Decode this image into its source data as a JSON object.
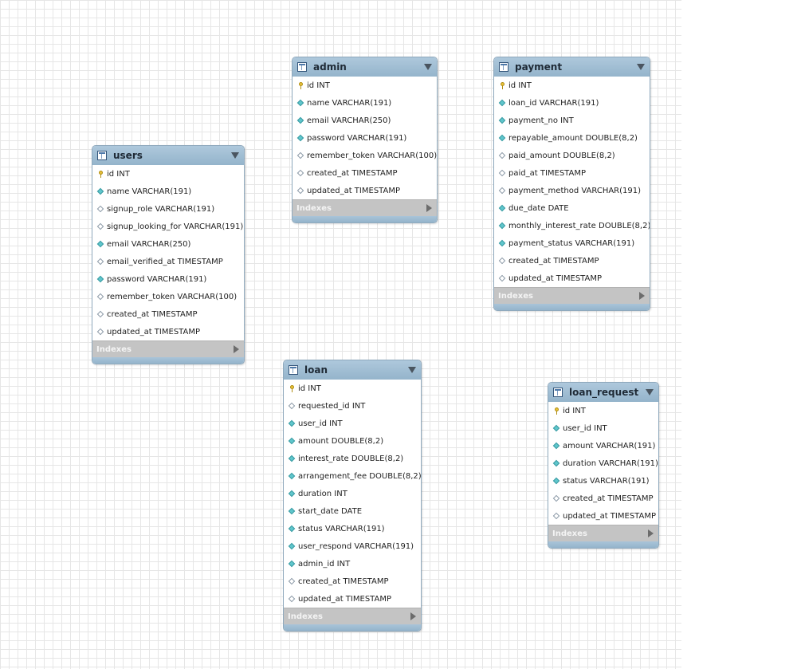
{
  "tables": {
    "users": {
      "name": "users",
      "indexes_label": "Indexes",
      "columns": [
        {
          "label": "id INT",
          "icon": "primary-key-icon"
        },
        {
          "label": "name VARCHAR(191)",
          "icon": "filled-diamond-icon"
        },
        {
          "label": "signup_role VARCHAR(191)",
          "icon": "empty-diamond-icon"
        },
        {
          "label": "signup_looking_for VARCHAR(191)",
          "icon": "empty-diamond-icon"
        },
        {
          "label": "email VARCHAR(250)",
          "icon": "filled-diamond-icon"
        },
        {
          "label": "email_verified_at TIMESTAMP",
          "icon": "empty-diamond-icon"
        },
        {
          "label": "password VARCHAR(191)",
          "icon": "filled-diamond-icon"
        },
        {
          "label": "remember_token VARCHAR(100)",
          "icon": "empty-diamond-icon"
        },
        {
          "label": "created_at TIMESTAMP",
          "icon": "empty-diamond-icon"
        },
        {
          "label": "updated_at TIMESTAMP",
          "icon": "empty-diamond-icon"
        }
      ]
    },
    "admin": {
      "name": "admin",
      "indexes_label": "Indexes",
      "columns": [
        {
          "label": "id INT",
          "icon": "primary-key-icon"
        },
        {
          "label": "name VARCHAR(191)",
          "icon": "filled-diamond-icon"
        },
        {
          "label": "email VARCHAR(250)",
          "icon": "filled-diamond-icon"
        },
        {
          "label": "password VARCHAR(191)",
          "icon": "filled-diamond-icon"
        },
        {
          "label": "remember_token VARCHAR(100)",
          "icon": "empty-diamond-icon"
        },
        {
          "label": "created_at TIMESTAMP",
          "icon": "empty-diamond-icon"
        },
        {
          "label": "updated_at TIMESTAMP",
          "icon": "empty-diamond-icon"
        }
      ]
    },
    "payment": {
      "name": "payment",
      "indexes_label": "Indexes",
      "columns": [
        {
          "label": "id INT",
          "icon": "primary-key-icon"
        },
        {
          "label": "loan_id VARCHAR(191)",
          "icon": "filled-diamond-icon"
        },
        {
          "label": "payment_no INT",
          "icon": "filled-diamond-icon"
        },
        {
          "label": "repayable_amount DOUBLE(8,2)",
          "icon": "filled-diamond-icon"
        },
        {
          "label": "paid_amount DOUBLE(8,2)",
          "icon": "empty-diamond-icon"
        },
        {
          "label": "paid_at TIMESTAMP",
          "icon": "empty-diamond-icon"
        },
        {
          "label": "payment_method VARCHAR(191)",
          "icon": "empty-diamond-icon"
        },
        {
          "label": "due_date DATE",
          "icon": "filled-diamond-icon"
        },
        {
          "label": "monthly_interest_rate DOUBLE(8,2)",
          "icon": "filled-diamond-icon"
        },
        {
          "label": "payment_status VARCHAR(191)",
          "icon": "filled-diamond-icon"
        },
        {
          "label": "created_at TIMESTAMP",
          "icon": "empty-diamond-icon"
        },
        {
          "label": "updated_at TIMESTAMP",
          "icon": "empty-diamond-icon"
        }
      ]
    },
    "loan": {
      "name": "loan",
      "indexes_label": "Indexes",
      "columns": [
        {
          "label": "id INT",
          "icon": "primary-key-icon"
        },
        {
          "label": "requested_id INT",
          "icon": "empty-diamond-icon"
        },
        {
          "label": "user_id INT",
          "icon": "filled-diamond-icon"
        },
        {
          "label": "amount DOUBLE(8,2)",
          "icon": "filled-diamond-icon"
        },
        {
          "label": "interest_rate DOUBLE(8,2)",
          "icon": "filled-diamond-icon"
        },
        {
          "label": "arrangement_fee DOUBLE(8,2)",
          "icon": "filled-diamond-icon"
        },
        {
          "label": "duration INT",
          "icon": "filled-diamond-icon"
        },
        {
          "label": "start_date DATE",
          "icon": "filled-diamond-icon"
        },
        {
          "label": "status VARCHAR(191)",
          "icon": "filled-diamond-icon"
        },
        {
          "label": "user_respond VARCHAR(191)",
          "icon": "filled-diamond-icon"
        },
        {
          "label": "admin_id INT",
          "icon": "filled-diamond-icon"
        },
        {
          "label": "created_at TIMESTAMP",
          "icon": "empty-diamond-icon"
        },
        {
          "label": "updated_at TIMESTAMP",
          "icon": "empty-diamond-icon"
        }
      ]
    },
    "loan_request": {
      "name": "loan_request",
      "indexes_label": "Indexes",
      "columns": [
        {
          "label": "id INT",
          "icon": "primary-key-icon"
        },
        {
          "label": "user_id INT",
          "icon": "filled-diamond-icon"
        },
        {
          "label": "amount VARCHAR(191)",
          "icon": "filled-diamond-icon"
        },
        {
          "label": "duration VARCHAR(191)",
          "icon": "filled-diamond-icon"
        },
        {
          "label": "status VARCHAR(191)",
          "icon": "filled-diamond-icon"
        },
        {
          "label": "created_at TIMESTAMP",
          "icon": "empty-diamond-icon"
        },
        {
          "label": "updated_at TIMESTAMP",
          "icon": "empty-diamond-icon"
        }
      ]
    }
  },
  "colors": {
    "header": "#a1bdd3",
    "indexes_bar": "#c4c4c4",
    "canvas_grid": "#e6e6e6",
    "filled_diamond": "#5fc6cc",
    "primary_key": "#e8c23a"
  }
}
